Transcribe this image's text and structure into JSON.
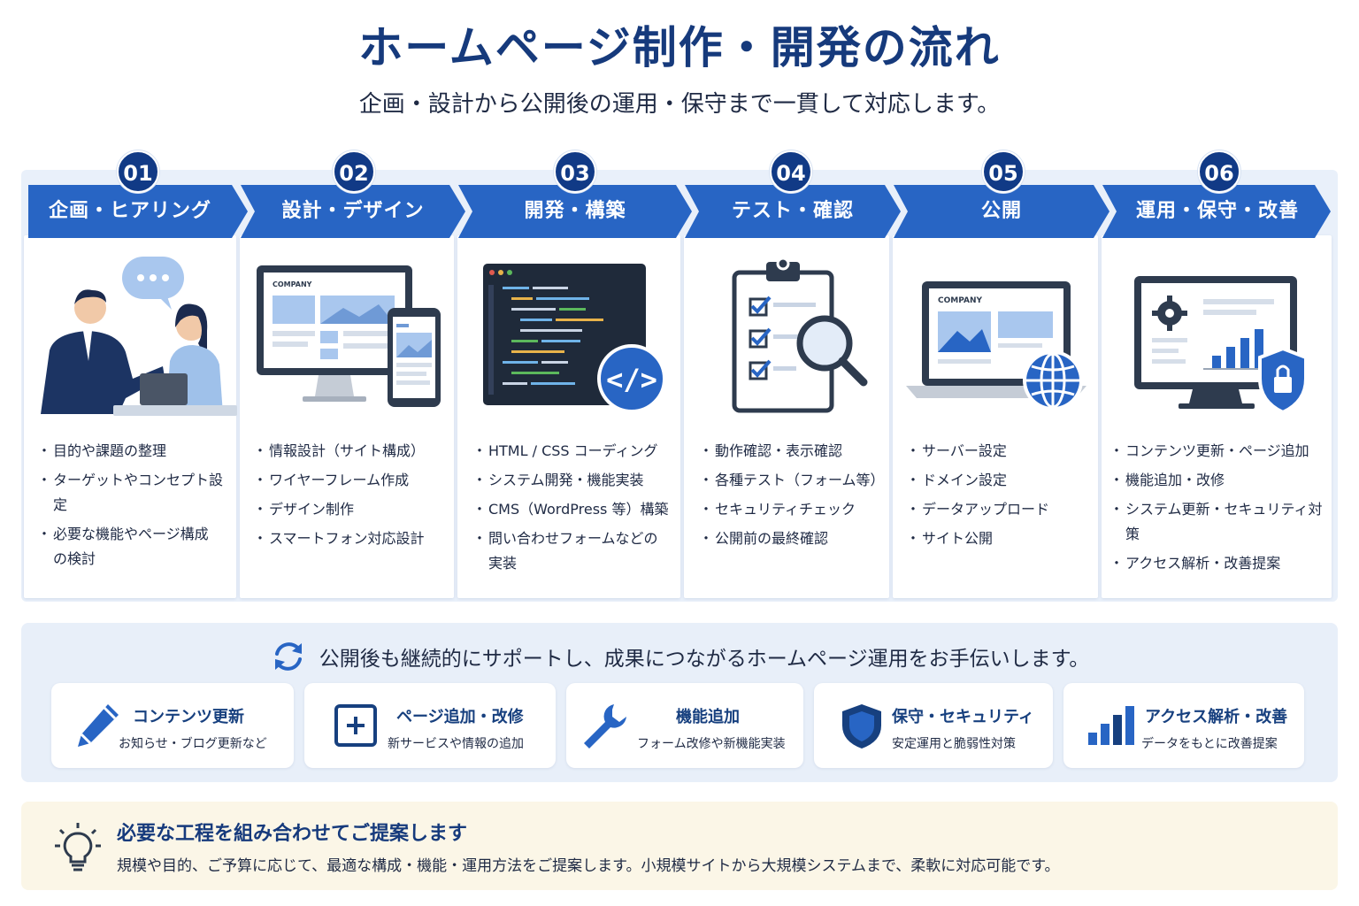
{
  "header": {
    "title": "ホームページ制作・開発の流れ",
    "subtitle": "企画・設計から公開後の運用・保守まで一貫して対応します。"
  },
  "colors": {
    "primary": "#113a86",
    "banner": "#2865c4",
    "panel": "#e9f0fa",
    "accent_light": "#a9c7ee"
  },
  "steps": [
    {
      "number": "01",
      "label": "企画・ヒアリング",
      "icon": "meeting-icon",
      "items": [
        "目的や課題の整理",
        "ターゲットやコンセプト設定",
        "必要な機能やページ構成\nの検討"
      ]
    },
    {
      "number": "02",
      "label": "設計・デザイン",
      "icon": "responsive-design-icon",
      "screen_text": "COMPANY",
      "items": [
        "情報設計（サイト構成）",
        "ワイヤーフレーム作成",
        "デザイン制作",
        "スマートフォン対応設計"
      ]
    },
    {
      "number": "03",
      "label": "開発・構築",
      "icon": "code-editor-icon",
      "items": [
        "HTML / CSS コーディング",
        "システム開発・機能実装",
        "CMS（WordPress 等）構築",
        "問い合わせフォームなどの\n実装"
      ]
    },
    {
      "number": "04",
      "label": "テスト・確認",
      "icon": "checklist-icon",
      "items": [
        "動作確認・表示確認",
        "各種テスト（フォーム等）",
        "セキュリティチェック",
        "公開前の最終確認"
      ]
    },
    {
      "number": "05",
      "label": "公開",
      "icon": "launch-icon",
      "screen_text": "COMPANY",
      "items": [
        "サーバー設定",
        "ドメイン設定",
        "データアップロード",
        "サイト公開"
      ]
    },
    {
      "number": "06",
      "label": "運用・保守・改善",
      "icon": "maintenance-icon",
      "items": [
        "コンテンツ更新・ページ追加",
        "機能追加・改修",
        "システム更新・セキュリティ対策",
        "アクセス解析・改善提案"
      ]
    }
  ],
  "support": {
    "title": "公開後も継続的にサポートし、成果につながるホームページ運用をお手伝いします。",
    "icon": "refresh-icon",
    "services": [
      {
        "title": "コンテンツ更新",
        "desc": "お知らせ・ブログ更新など",
        "icon": "pencil-icon"
      },
      {
        "title": "ページ追加・改修",
        "desc": "新サービスや情報の追加",
        "icon": "add-page-icon"
      },
      {
        "title": "機能追加",
        "desc": "フォーム改修や新機能実装",
        "icon": "wrench-icon"
      },
      {
        "title": "保守・セキュリティ",
        "desc": "安定運用と脆弱性対策",
        "icon": "shield-icon"
      },
      {
        "title": "アクセス解析・改善",
        "desc": "データをもとに改善提案",
        "icon": "bar-chart-icon"
      }
    ]
  },
  "proposal": {
    "title": "必要な工程を組み合わせてご提案します",
    "text": "規模や目的、ご予算に応じて、最適な構成・機能・運用方法をご提案します。小規模サイトから大規模システムまで、柔軟に対応可能です。",
    "icon": "lightbulb-icon"
  }
}
